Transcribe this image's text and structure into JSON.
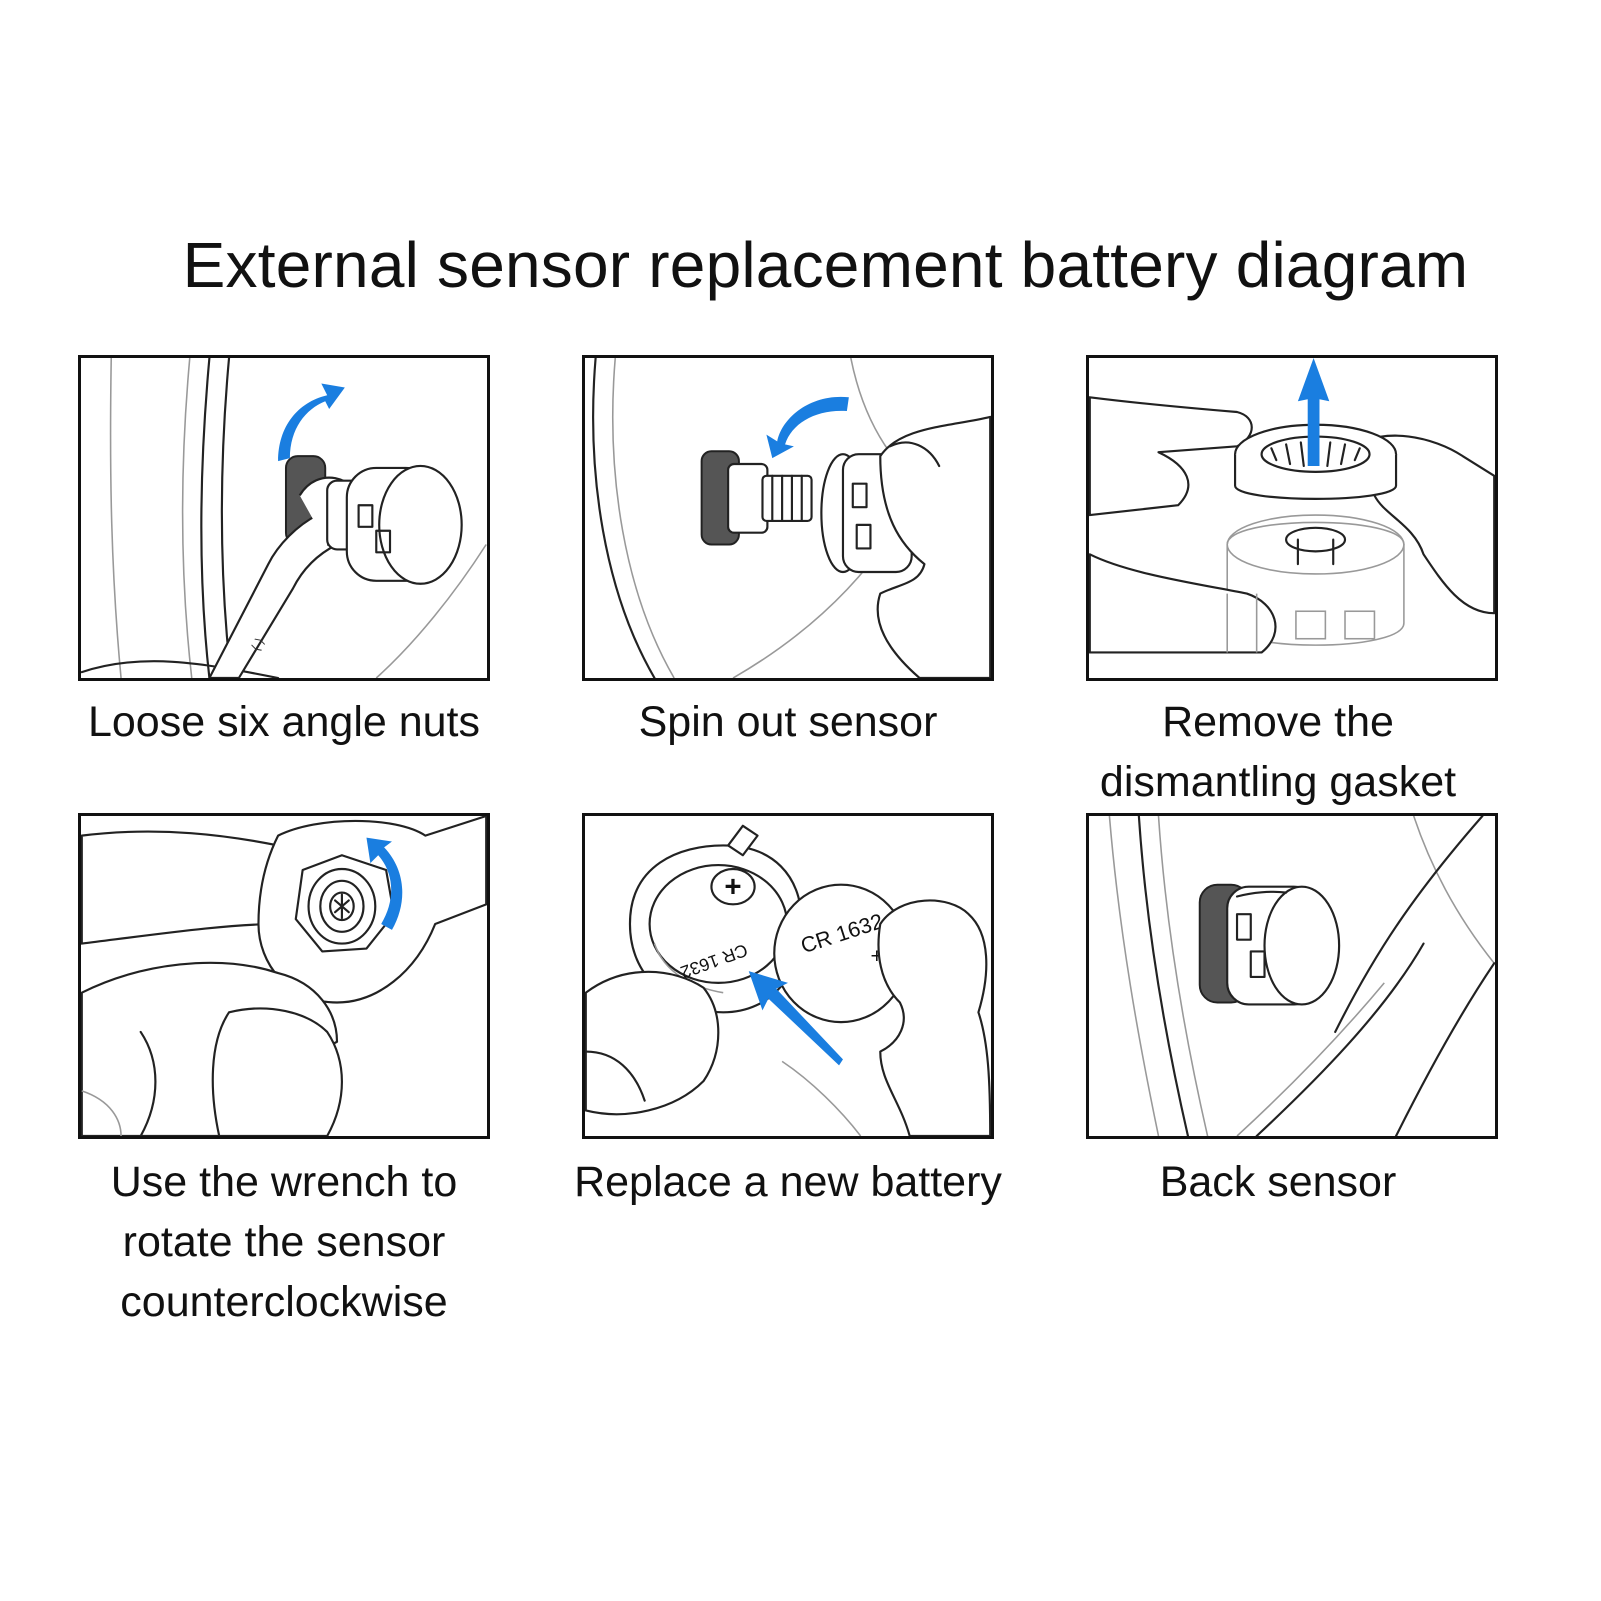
{
  "title": "External sensor replacement battery diagram",
  "steps": [
    {
      "lines": [
        "Loose six angle nuts"
      ]
    },
    {
      "lines": [
        "Spin out sensor"
      ]
    },
    {
      "lines": [
        "Remove the",
        "dismantling gasket"
      ]
    },
    {
      "lines": [
        "Use the wrench to",
        "rotate the sensor",
        "counterclockwise"
      ]
    },
    {
      "lines": [
        "Replace a new battery"
      ]
    },
    {
      "lines": [
        "Back sensor"
      ]
    }
  ],
  "battery_label": "CR 1632",
  "battery_label_sensor": "CR 1632",
  "plus_sign": "+",
  "colors": {
    "arrow": "#1a7ee0",
    "line": "#222222",
    "background": "#ffffff"
  },
  "icons": [
    "wrench-icon",
    "sensor-icon",
    "hand-icon",
    "rotation-arrow-icon",
    "battery-icon",
    "valve-icon"
  ]
}
